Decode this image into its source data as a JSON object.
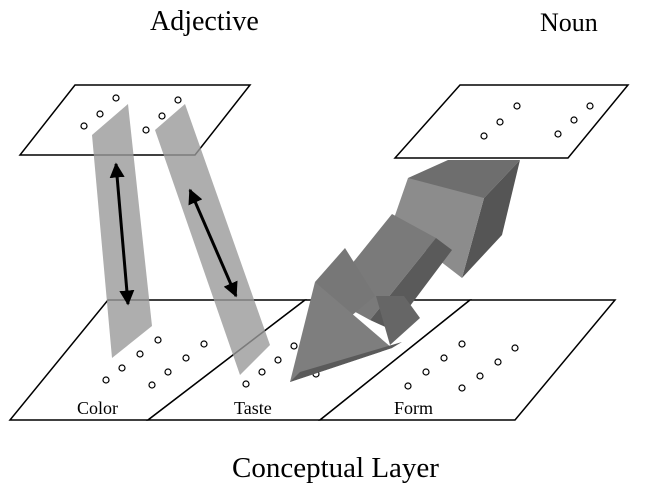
{
  "titles": {
    "adjective": "Adjective",
    "noun": "Noun",
    "conceptual_layer": "Conceptual Layer"
  },
  "regions": {
    "color": "Color",
    "taste": "Taste",
    "form": "Form"
  },
  "colors": {
    "line": "#000000",
    "band_fill": "#9a9a9a",
    "arrow_light": "#8c8c8c",
    "arrow_mid": "#6e6e6e",
    "arrow_dark": "#555555"
  }
}
